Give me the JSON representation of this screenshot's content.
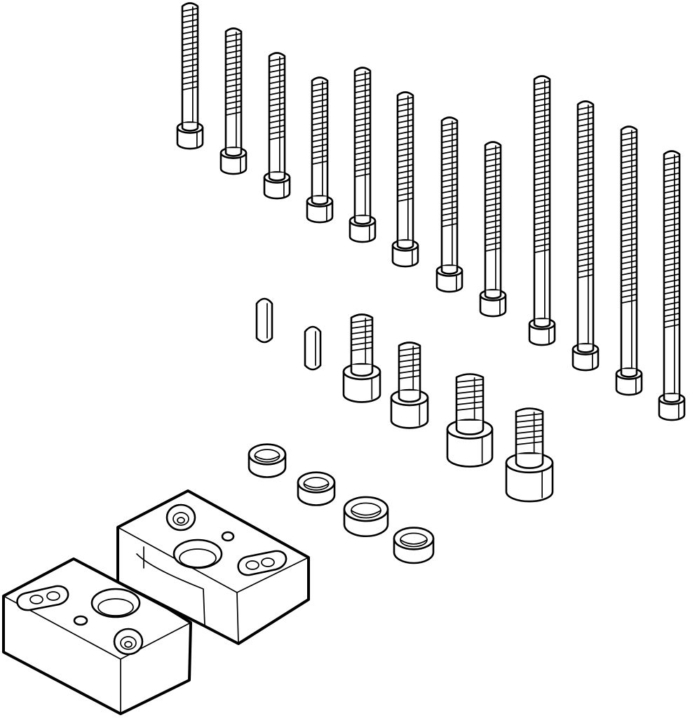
{
  "drawing": {
    "kind": "exploded isometric parts view",
    "line_color": "#000000",
    "background": "#ffffff",
    "parts": {
      "long_screws": 12,
      "short_screws": 4,
      "dowel_pins": 2,
      "centering_sleeves": 4,
      "mounting_plates": 2
    }
  }
}
